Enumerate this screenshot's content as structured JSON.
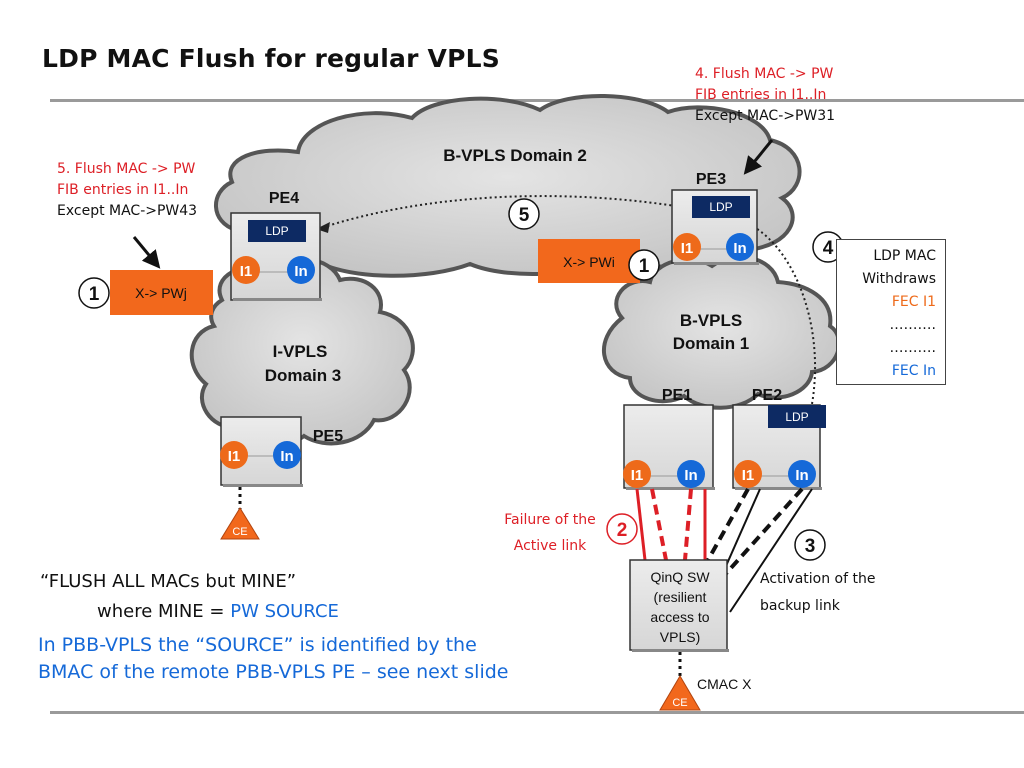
{
  "title": "LDP MAC Flush for regular VPLS",
  "clouds": {
    "b_vpls_2": "B-VPLS Domain 2",
    "b_vpls_1_line1": "B-VPLS",
    "b_vpls_1_line2": "Domain 1",
    "i_vpls_3_line1": "I-VPLS",
    "i_vpls_3_line2": "Domain 3"
  },
  "nodes": {
    "pe1": "PE1",
    "pe2": "PE2",
    "pe3": "PE3",
    "pe4": "PE4",
    "pe5": "PE5",
    "ldp": "LDP",
    "i1": "I1",
    "in": "In"
  },
  "annotations": {
    "pe4_flush_line1": "5. Flush MAC -> PW",
    "pe4_flush_line2": "FIB entries in I1..In",
    "pe4_except": "Except MAC->PW43",
    "pe3_flush_line1": "4. Flush MAC -> PW",
    "pe3_flush_line2": "FIB entries in I1..In",
    "pe3_except": "Except MAC->PW31",
    "xpwj": "X-> PWj",
    "xpwi": "X-> PWi",
    "failure_line1": "Failure of the",
    "failure_line2": "Active link",
    "activation_line1": "Activation of the",
    "activation_line2": "backup link",
    "qinq_line1": "QinQ SW",
    "qinq_line2": "(resilient",
    "qinq_line3": "access to",
    "qinq_line4": "VPLS)",
    "ce": "CE",
    "cmac": "CMAC X"
  },
  "steps": {
    "s1": "1",
    "s2": "2",
    "s3": "3",
    "s4": "4",
    "s5": "5"
  },
  "withdraw": {
    "line1": "LDP MAC",
    "line2": "Withdraws",
    "fec_i1": "FEC I1",
    "dots1": "……….",
    "dots2": "……….",
    "fec_in": "FEC In"
  },
  "notes": {
    "flush_all": "“FLUSH ALL MACs but MINE”",
    "where_prefix": "where MINE = ",
    "pw_source": "PW SOURCE",
    "pbb_line1": "In PBB-VPLS the “SOURCE” is identified by the",
    "pbb_line2": "BMAC of the remote PBB-VPLS PE – see next slide"
  },
  "colors": {
    "ldp": "#0d2a63",
    "i1": "#ee6a1a",
    "in": "#1569d8",
    "orange_box": "#f2681c",
    "red_text": "#dd1f26",
    "blue_text": "#1569d8",
    "cloud": "#d4d4d4"
  },
  "icons": [
    "step-circle-icon",
    "arrow-icon",
    "ce-triangle-icon",
    "cloud-icon"
  ]
}
